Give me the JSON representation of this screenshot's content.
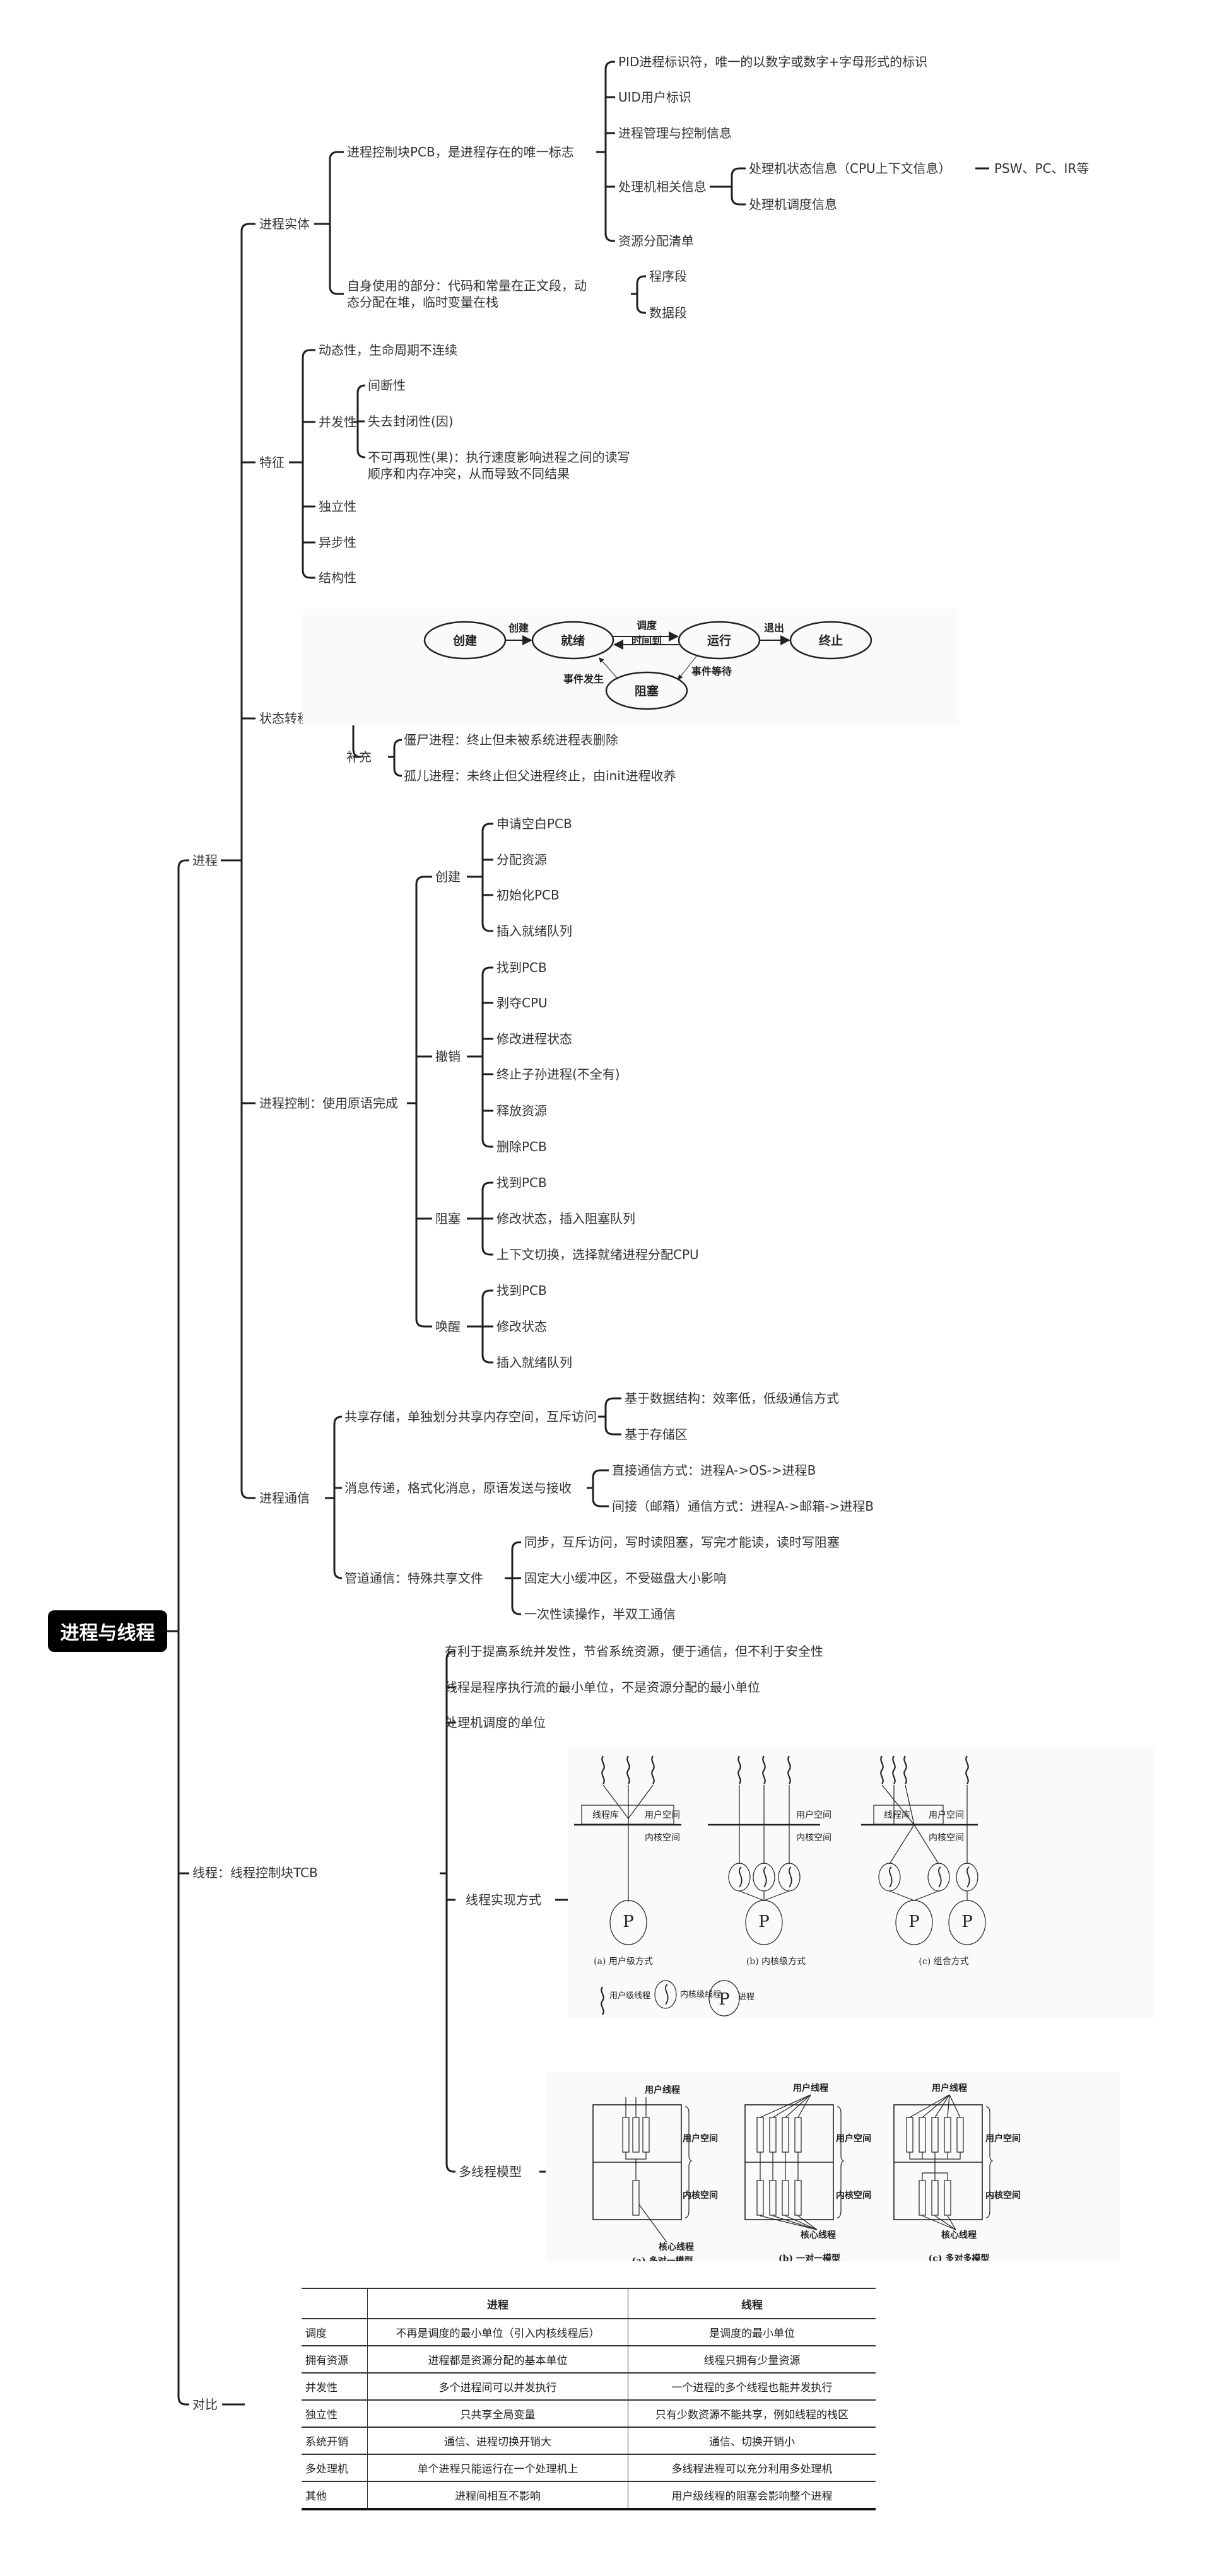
{
  "root": "进程与线程",
  "process": {
    "label": "进程",
    "entity": {
      "label": "进程实体",
      "pcb": {
        "label": "进程控制块PCB，是进程存在的唯一标志",
        "items": [
          "PID进程标识符，唯一的以数字或数字+字母形式的标识",
          "UID用户标识",
          "进程管理与控制信息",
          "处理机相关信息",
          "资源分配清单"
        ],
        "processor": {
          "state": "处理机状态信息（CPU上下文信息）",
          "state_detail": "PSW、PC、IR等",
          "schedule": "处理机调度信息"
        }
      },
      "self_use": {
        "label": "自身使用的部分：代码和常量在正文段，动态分配在堆，临时变量在栈",
        "items": [
          "程序段",
          "数据段"
        ]
      }
    },
    "features": {
      "label": "特征",
      "dynamic": "动态性，生命周期不连续",
      "concurrency": {
        "label": "并发性",
        "items": [
          "间断性",
          "失去封闭性(因)",
          "不可再现性(果)：执行速度影响进程之间的读写顺序和内存冲突，从而导致不同结果"
        ]
      },
      "others": [
        "独立性",
        "异步性",
        "结构性"
      ]
    },
    "state_model": {
      "label": "状态转移模型",
      "diagram": {
        "states": [
          "创建",
          "就绪",
          "运行",
          "终止",
          "阻塞"
        ],
        "transitions": [
          "创建",
          "调度",
          "时间到",
          "退出",
          "事件发生",
          "事件等待"
        ]
      },
      "supplement": {
        "label": "补充",
        "items": [
          "僵尸进程：终止但未被系统进程表删除",
          "孤儿进程：未终止但父进程终止，由init进程收养"
        ]
      }
    },
    "control": {
      "label": "进程控制：使用原语完成",
      "groups": [
        {
          "label": "创建",
          "items": [
            "申请空白PCB",
            "分配资源",
            "初始化PCB",
            "插入就绪队列"
          ]
        },
        {
          "label": "撤销",
          "items": [
            "找到PCB",
            "剥夺CPU",
            "修改进程状态",
            "终止子孙进程(不全有)",
            "释放资源",
            "删除PCB"
          ]
        },
        {
          "label": "阻塞",
          "items": [
            "找到PCB",
            "修改状态，插入阻塞队列",
            "上下文切换，选择就绪进程分配CPU"
          ]
        },
        {
          "label": "唤醒",
          "items": [
            "找到PCB",
            "修改状态",
            "插入就绪队列"
          ]
        }
      ]
    },
    "communication": {
      "label": "进程通信",
      "groups": [
        {
          "label": "共享存储，单独划分共享内存空间，互斥访问",
          "items": [
            "基于数据结构：效率低，低级通信方式",
            "基于存储区"
          ]
        },
        {
          "label": "消息传递，格式化消息，原语发送与接收",
          "items": [
            "直接通信方式：进程A->OS->进程B",
            "间接（邮箱）通信方式：进程A->邮箱->进程B"
          ]
        },
        {
          "label": "管道通信：特殊共享文件",
          "items": [
            "同步，互斥访问，写时读阻塞，写完才能读，读时写阻塞",
            "固定大小缓冲区，不受磁盘大小影响",
            "一次性读操作，半双工通信"
          ]
        }
      ]
    }
  },
  "thread": {
    "label": "线程：线程控制块TCB",
    "items": [
      "有利于提高系统并发性，节省系统资源，便于通信，但不利于安全性",
      "线程是程序执行流的最小单位，不是资源分配的最小单位",
      "处理机调度的单位"
    ],
    "impl": {
      "label": "线程实现方式",
      "lib": "线程库",
      "user_space": "用户空间",
      "kernel_space": "内核空间",
      "p": "P",
      "captions": [
        "(a) 用户级方式",
        "(b) 内核级方式",
        "(c) 组合方式"
      ],
      "legend": [
        "用户级线程",
        "内核级线程",
        "进程"
      ]
    },
    "models": {
      "label": "多线程模型",
      "user_thread": "用户线程",
      "kernel_thread": "核心线程",
      "user_space": "用户空间",
      "kernel_space": "内核空间",
      "captions": [
        "(a) 多对一模型",
        "(b) 一对一模型",
        "(c) 多对多模型"
      ]
    }
  },
  "compare": {
    "label": "对比",
    "headers": [
      "",
      "进程",
      "线程"
    ],
    "rows": [
      [
        "调度",
        "不再是调度的最小单位（引入内核线程后）",
        "是调度的最小单位"
      ],
      [
        "拥有资源",
        "进程都是资源分配的基本单位",
        "线程只拥有少量资源"
      ],
      [
        "并发性",
        "多个进程间可以并发执行",
        "一个进程的多个线程也能并发执行"
      ],
      [
        "独立性",
        "只共享全局变量",
        "只有少数资源不能共享，例如线程的栈区"
      ],
      [
        "系统开销",
        "通信、进程切换开销大",
        "通信、切换开销小"
      ],
      [
        "多处理机",
        "单个进程只能运行在一个处理机上",
        "多线程进程可以充分利用多处理机"
      ],
      [
        "其他",
        "进程间相互不影响",
        "用户级线程的阻塞会影响整个进程"
      ]
    ]
  }
}
